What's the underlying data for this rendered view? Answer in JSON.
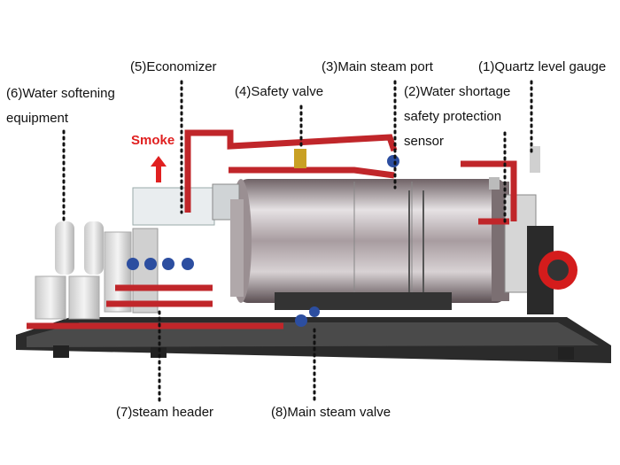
{
  "labels": {
    "quartz": "(1)Quartz level gauge",
    "water_shortage_1": "(2)Water shortage",
    "water_shortage_2": "safety protection",
    "water_shortage_3": "sensor",
    "main_steam_port": "(3)Main steam port",
    "safety_valve": "(4)Safety valve",
    "economizer": "(5)Economizer",
    "water_softening_1": "(6)Water softening",
    "water_softening_2": "equipment",
    "steam_header": "(7)steam header",
    "main_steam_valve": "(8)Main steam valve",
    "smoke": "Smoke"
  },
  "colors": {
    "pipe_red": "#c0262a",
    "smoke_red": "#e02020",
    "frame": "#2b2b2b",
    "drum_light": "#e8e6e8",
    "drum_dark": "#8a7f82"
  }
}
